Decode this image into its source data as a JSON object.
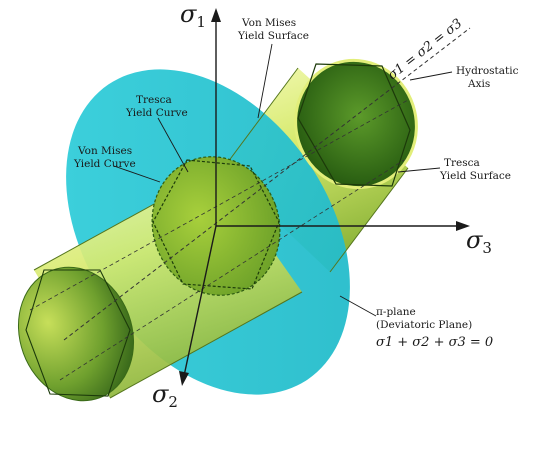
{
  "diagram": {
    "axes": {
      "sigma1": {
        "symbol": "σ",
        "sub": "1"
      },
      "sigma2": {
        "symbol": "σ",
        "sub": "2"
      },
      "sigma3": {
        "symbol": "σ",
        "sub": "3"
      }
    },
    "hydrostatic_equation": "σ1 = σ2 = σ3",
    "labels": {
      "von_mises_surface": [
        "Von Mises",
        "Yield Surface"
      ],
      "hydrostatic_axis": [
        "Hydrostatic",
        "Axis"
      ],
      "tresca_curve": [
        "Tresca",
        "Yield Curve"
      ],
      "von_mises_curve": [
        "Von Mises",
        "Yield Curve"
      ],
      "tresca_surface": [
        "Tresca",
        "Yield Surface"
      ],
      "pi_plane": [
        "π-plane",
        "(Deviatoric Plane)"
      ],
      "pi_plane_equation": "σ1 + σ2 + σ3 = 0"
    },
    "colors": {
      "pi_plane": "#2ec9d6",
      "cylinder_light": "#eef79a",
      "cylinder_mid": "#b8d94a",
      "cylinder_dark": "#3f7a1c",
      "axis": "#1a1a1a"
    }
  }
}
